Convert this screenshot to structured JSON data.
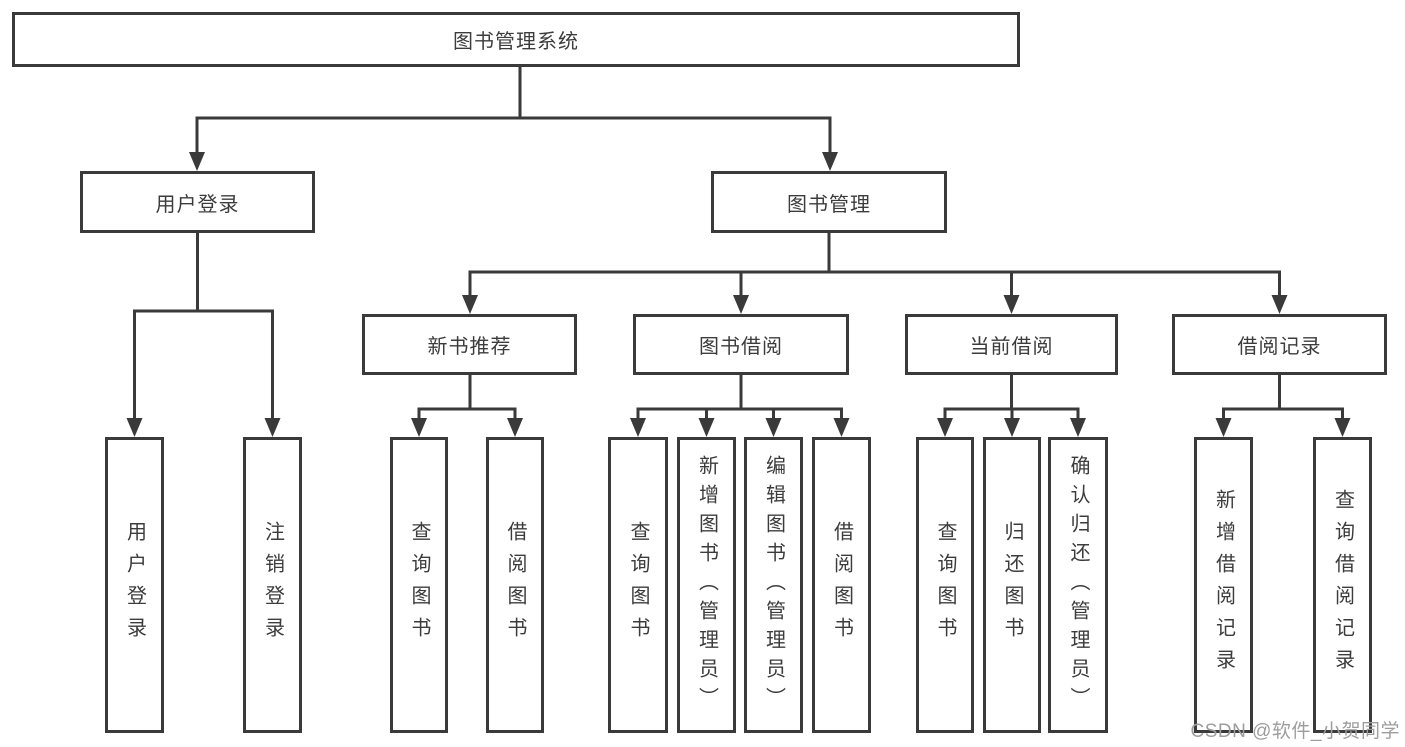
{
  "diagram": {
    "root": {
      "label": "图书管理系统"
    },
    "branches": [
      {
        "label": "用户登录",
        "children": [
          {
            "label": "用户登录"
          },
          {
            "label": "注销登录"
          }
        ]
      },
      {
        "label": "图书管理",
        "sections": [
          {
            "label": "新书推荐",
            "children": [
              {
                "label": "查询图书"
              },
              {
                "label": "借阅图书"
              }
            ]
          },
          {
            "label": "图书借阅",
            "children": [
              {
                "label": "查询图书"
              },
              {
                "label": "新增图书（管理员）"
              },
              {
                "label": "编辑图书（管理员）"
              },
              {
                "label": "借阅图书"
              }
            ]
          },
          {
            "label": "当前借阅",
            "children": [
              {
                "label": "查询图书"
              },
              {
                "label": "归还图书"
              },
              {
                "label": "确认归还（管理员）"
              }
            ]
          },
          {
            "label": "借阅记录",
            "children": [
              {
                "label": "新增借阅记录"
              },
              {
                "label": "查询借阅记录"
              }
            ]
          }
        ]
      }
    ]
  },
  "watermark": {
    "text": "CSDN @软件_小贺同学",
    "color": "#9d9d9d"
  },
  "colors": {
    "line": "#3a3a3a",
    "text": "#3c3c3c",
    "background": "#ffffff"
  }
}
